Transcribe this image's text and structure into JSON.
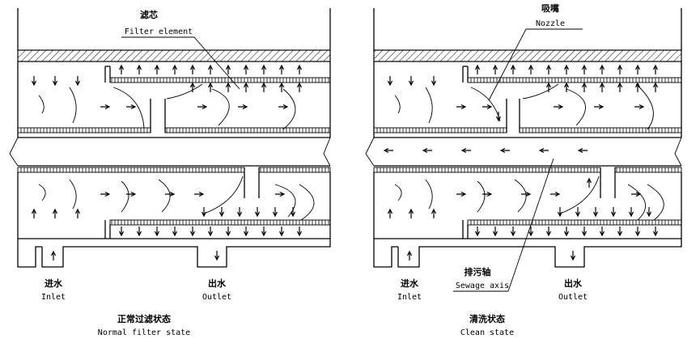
{
  "left_panel": {
    "filter_element_cn": "滤芯",
    "filter_element_en": "Filter element",
    "inlet_cn": "进水",
    "inlet_en": "Inlet",
    "outlet_cn": "出水",
    "outlet_en": "Outlet",
    "state_cn": "正常过滤状态",
    "state_en": "Normal filter state"
  },
  "right_panel": {
    "nozzle_cn": "吸嘴",
    "nozzle_en": "Nozzle",
    "sewage_axis_cn": "排污轴",
    "sewage_axis_en": "Sewage axis",
    "inlet_cn": "进水",
    "inlet_en": "Inlet",
    "outlet_cn": "出水",
    "outlet_en": "Outlet",
    "state_cn": "清洗状态",
    "state_en": "Clean state"
  }
}
